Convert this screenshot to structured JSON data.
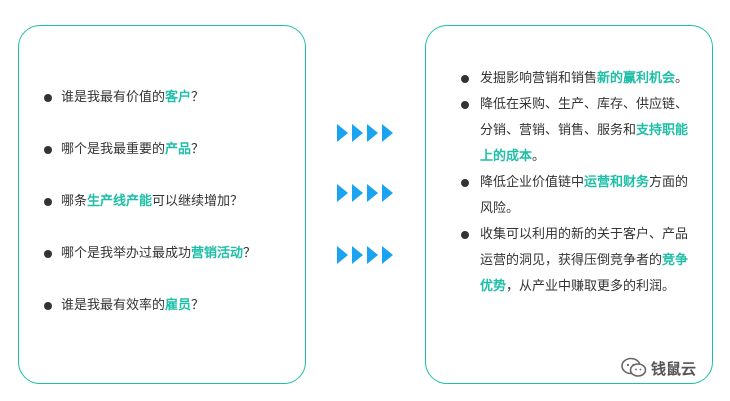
{
  "left": {
    "items": [
      {
        "pre": "谁是我最有价值的",
        "hl": "客户",
        "post": "？"
      },
      {
        "pre": "哪个是我最重要的",
        "hl": "产品",
        "post": "？"
      },
      {
        "pre": "哪条",
        "hl": "生产线产能",
        "post": "可以继续增加？"
      },
      {
        "pre": "哪个是我举办过最成功",
        "hl": "营销活动",
        "post": "？"
      },
      {
        "pre": "谁是我最有效率的",
        "hl": "雇员",
        "post": "？"
      }
    ]
  },
  "right": {
    "items": [
      {
        "pre": "发掘影响营销和销售",
        "hl": "新的赢利机会",
        "post": "。"
      },
      {
        "pre": "降低在采购、生产、库存、供应链、分销、营销、销售、服务和",
        "hl": "支持职能上的成本",
        "post": "。"
      },
      {
        "pre": "降低企业价值链中",
        "hl": "运营和财务",
        "post": "方面的风险。"
      },
      {
        "pre": "收集可以利用的新的关于客户、产品运营的洞见，获得压倒竞争者的",
        "hl": "竞争优势",
        "post": "，从产业中赚取更多的利润。"
      }
    ]
  },
  "watermark": {
    "text": "钱鼠云",
    "icon": "wechat-icon"
  },
  "colors": {
    "accent": "#1fbfa7",
    "arrow": "#1aa3f0",
    "text": "#333333"
  }
}
